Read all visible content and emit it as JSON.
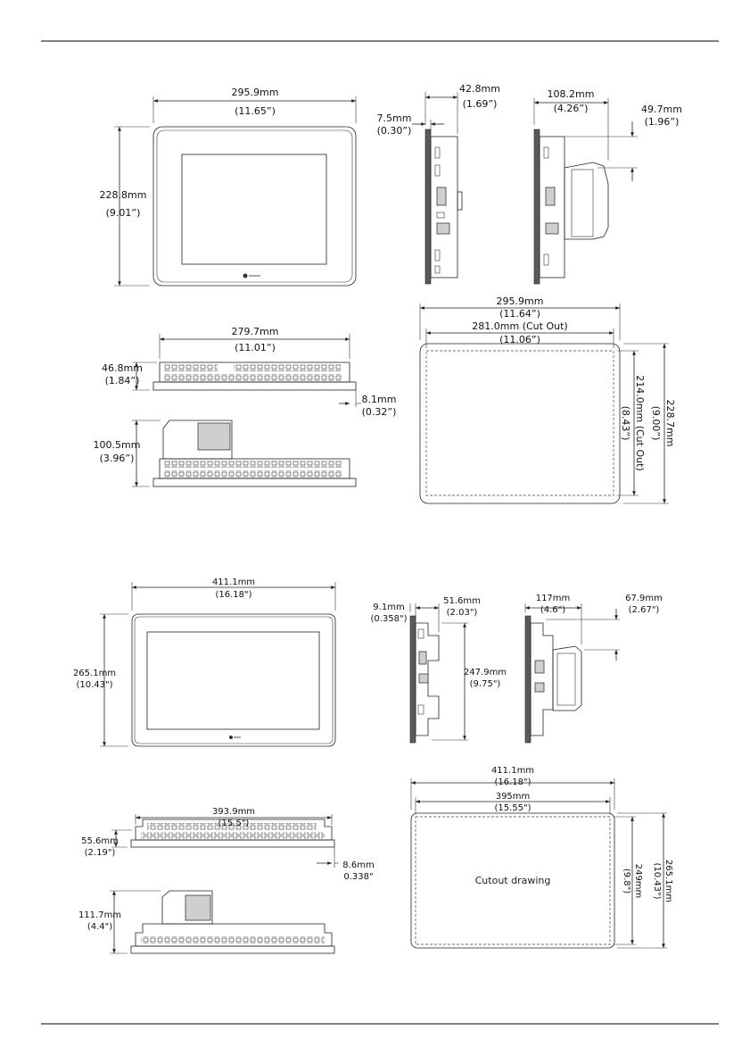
{
  "panel_a": {
    "front_width_mm": "295.9mm",
    "front_width_in": "(11.65”)",
    "front_height_mm": "228.8mm",
    "front_height_in": "(9.01”)",
    "side_bezel_mm": "7.5mm",
    "side_bezel_in": "(0.30”)",
    "side_depth_mm": "42.8mm",
    "side_depth_in": "(1.69”)",
    "mod_depth_mm": "108.2mm",
    "mod_depth_in": "(4.26”)",
    "mod_offset_mm": "49.7mm",
    "mod_offset_in": "(1.96”)",
    "top_width_mm": "279.7mm",
    "top_width_in": "(11.01”)",
    "top_depth_mm": "46.8mm",
    "top_depth_in": "(1.84”)",
    "top_bezel_mm": "8.1mm",
    "top_bezel_in": "(0.32”)",
    "topmod_depth_mm": "100.5mm",
    "topmod_depth_in": "(3.96”)",
    "cut_outer_width_mm": "295.9mm",
    "cut_outer_width_in": "(11.64”)",
    "cut_width_mm": "281.0mm (Cut Out)",
    "cut_width_in": "(11.06”)",
    "cut_height_mm": "214.0mm (Cut Out)",
    "cut_height_in": "(8.43”)",
    "cut_outer_height_mm": "228.7mm",
    "cut_outer_height_in": "(9.00”)"
  },
  "panel_b": {
    "front_width_mm": "411.1mm",
    "front_width_in": "(16.18\")",
    "front_height_mm": "265.1mm",
    "front_height_in": "(10.43\")",
    "side_bezel_mm": "9.1mm",
    "side_bezel_in": "(0.358\")",
    "side_depth_mm": "51.6mm",
    "side_depth_in": "(2.03\")",
    "side_height_mm": "247.9mm",
    "side_height_in": "(9.75\")",
    "mod_depth_mm": "117mm",
    "mod_depth_in": "(4.6\")",
    "mod_offset_mm": "67.9mm",
    "mod_offset_in": "(2.67\")",
    "top_width_mm": "393.9mm",
    "top_width_in": "(15.5\")",
    "top_depth_mm": "55.6mm",
    "top_depth_in": "(2.19\")",
    "top_bezel_mm": "8.6mm",
    "top_bezel_in": "0.338\"",
    "topmod_depth_mm": "111.7mm",
    "topmod_depth_in": "(4.4\")",
    "cut_outer_width_mm": "411.1mm",
    "cut_outer_width_in": "(16.18\")",
    "cut_width_mm": "395mm",
    "cut_width_in": "(15.55\")",
    "cut_height_mm": "249mm",
    "cut_height_in": "(9.8\")",
    "cut_outer_height_mm": "265.1mm",
    "cut_outer_height_in": "(10.43\")",
    "cutout_caption": "Cutout drawing"
  }
}
